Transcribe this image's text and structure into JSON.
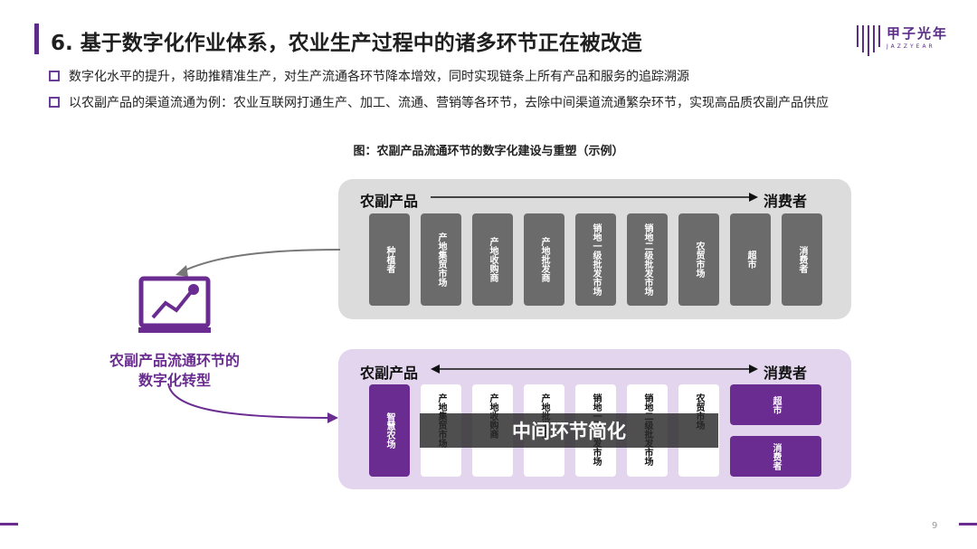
{
  "title": "6. 基于数字化作业体系，农业生产过程中的诸多环节正在被改造",
  "logo": {
    "cn": "甲子光年",
    "en": "JAZZYEAR"
  },
  "bullets": [
    "数字化水平的提升，将助推精准生产，对生产流通各环节降本增效，同时实现链条上所有产品和服务的追踪溯源",
    "以农副产品的渠道流通为例：农业互联网打通生产、加工、流通、营销等各环节，去除中间渠道流通繁杂环节，实现高品质农副产品供应"
  ],
  "figure_title": "图：农副产品流通环节的数字化建设与重塑（示例）",
  "top_panel": {
    "left_label": "农副产品",
    "right_label": "消费者",
    "steps": [
      "种植者",
      "产地集贸市场",
      "产地收购商",
      "产地批发商",
      "销地一级批发市场",
      "销地二级批发市场",
      "农贸市场",
      "超市",
      "消费者"
    ]
  },
  "bottom_panel": {
    "left_label": "农副产品",
    "right_label": "消费者",
    "first_step": "智慧农场",
    "middle_steps": [
      "产地集贸市场",
      "产地收购商",
      "产地批发商",
      "销地一级批发市场",
      "销地二级批发市场",
      "农贸市场"
    ],
    "end_steps": [
      "超市",
      "消费者"
    ],
    "banner": "中间环节简化"
  },
  "transform_label": [
    "农副产品流通环节的",
    "数字化转型"
  ],
  "page_number": "9",
  "colors": {
    "accent": "#6a2c91",
    "gray_card": "#6b6b6b",
    "top_panel": "#dcdcdc",
    "bottom_panel": "#e3d5ee"
  },
  "icons": {
    "transform": "monitor-chart-icon"
  }
}
